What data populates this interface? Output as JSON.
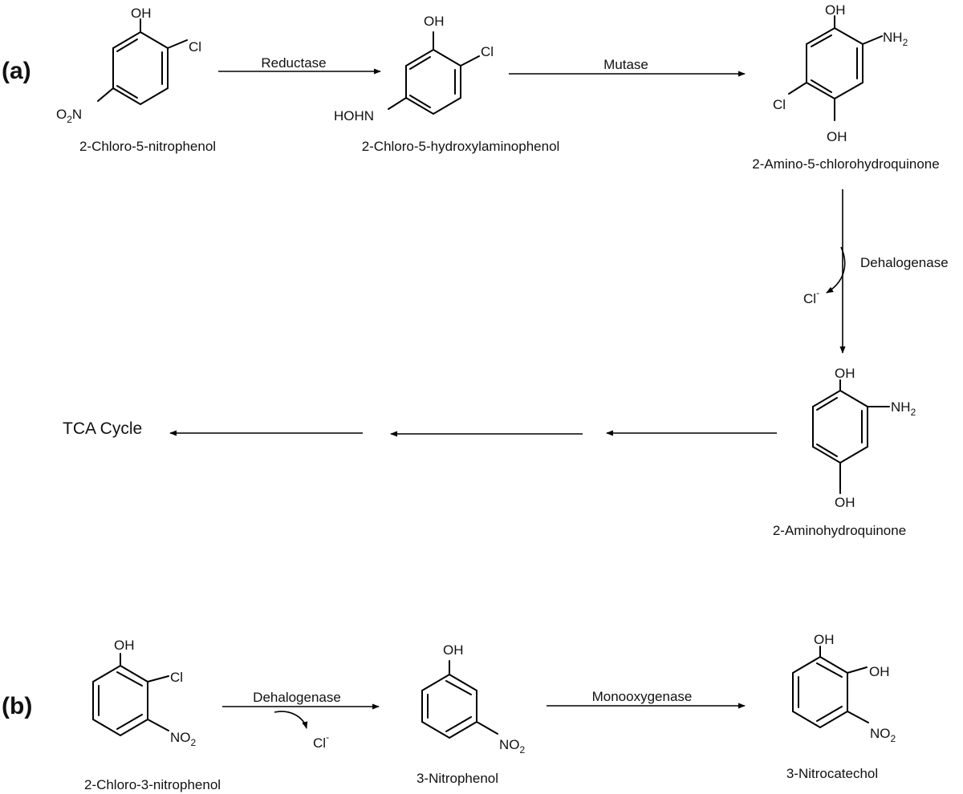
{
  "panels": {
    "a": "(a)",
    "b": "(b)"
  },
  "enzymes": {
    "reductase": "Reductase",
    "mutase": "Mutase",
    "dehalogenase_a": "Dehalogenase",
    "dehalogenase_b": "Dehalogenase",
    "monooxygenase": "Monooxygenase"
  },
  "byproducts": {
    "chloride_a": "Cl",
    "chloride_b": "Cl",
    "charge": "-"
  },
  "end_product": "TCA Cycle",
  "compounds": {
    "c1": {
      "name": "2-Chloro-5-nitrophenol",
      "oh": "OH",
      "cl": "Cl",
      "no2_o": "O",
      "no2_sub": "2",
      "no2_n": "N"
    },
    "c2": {
      "name": "2-Chloro-5-hydroxylaminophenol",
      "oh": "OH",
      "cl": "Cl",
      "nhoh": "HOHN"
    },
    "c3": {
      "name": "2-Amino-5-chlorohydroquinone",
      "oh_top": "OH",
      "nh2": "NH",
      "nh2_sub": "2",
      "cl": "Cl",
      "oh_bottom": "OH"
    },
    "c4": {
      "name": "2-Aminohydroquinone",
      "oh_top": "OH",
      "nh2": "NH",
      "nh2_sub": "2",
      "oh_bottom": "OH"
    },
    "c5": {
      "name": "2-Chloro-3-nitrophenol",
      "oh": "OH",
      "cl": "Cl",
      "no2": "NO",
      "no2_sub": "2"
    },
    "c6": {
      "name": "3-Nitrophenol",
      "oh": "OH",
      "no2": "NO",
      "no2_sub": "2"
    },
    "c7": {
      "name": "3-Nitrocatechol",
      "oh1": "OH",
      "oh2": "OH",
      "no2": "NO",
      "no2_sub": "2"
    }
  }
}
